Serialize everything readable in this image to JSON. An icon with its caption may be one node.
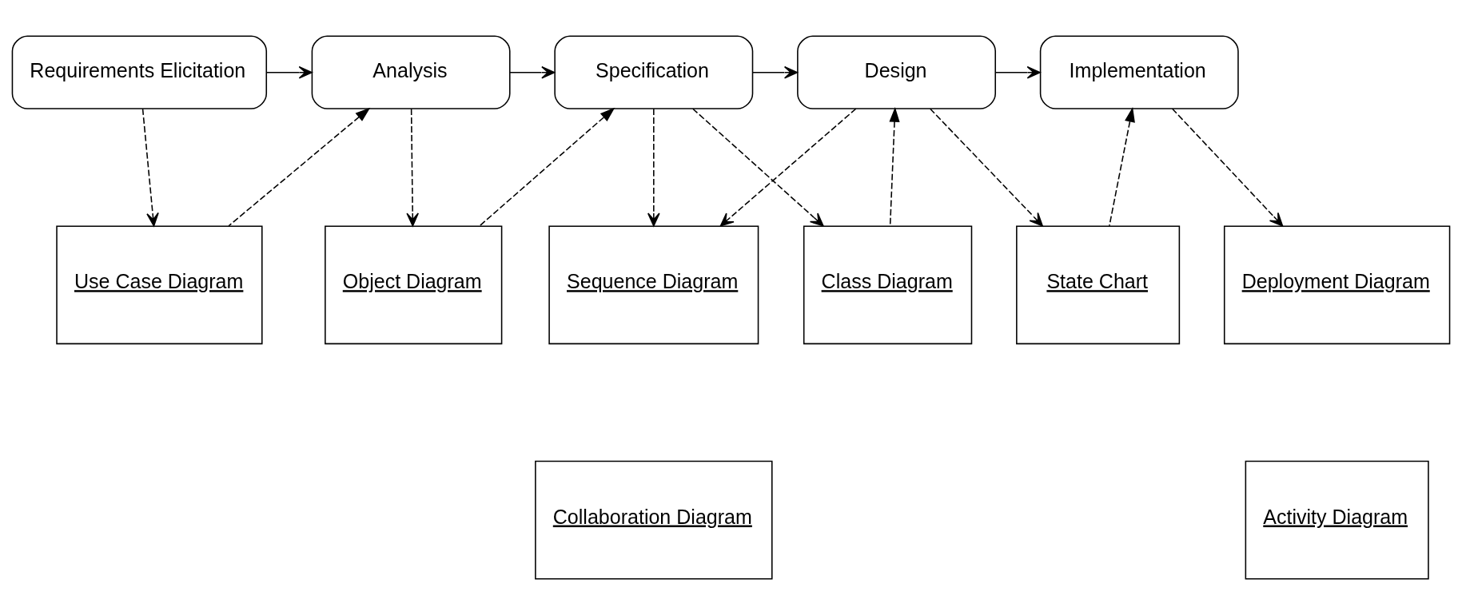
{
  "diagram": {
    "nodes": [
      {
        "text": [
          "Requirements Elicitation"
        ]
      },
      {
        "text": [
          "Analysis"
        ]
      },
      {
        "text": [
          "Specification"
        ]
      },
      {
        "text": [
          "Design"
        ]
      },
      {
        "text": [
          "Implementation"
        ]
      },
      {
        "text": [
          "Use Case Diagram"
        ]
      },
      {
        "text": [
          "Object Diagram"
        ]
      },
      {
        "text": [
          "Sequence Diagram"
        ]
      },
      {
        "text": [
          "Collaboration Diagram"
        ]
      },
      {
        "text": [
          "Class Diagram"
        ]
      },
      {
        "text": [
          "State Chart"
        ]
      },
      {
        "text": [
          "Deployment Diagram"
        ]
      },
      {
        "text": [
          "Activity Diagram"
        ]
      }
    ],
    "edges": [
      {
        "from": 0,
        "to": 1,
        "arrow": "to"
      },
      {
        "from": 1,
        "to": 2,
        "arrow": "to"
      },
      {
        "from": 2,
        "to": 3,
        "arrow": "to"
      },
      {
        "from": 3,
        "to": 4,
        "arrow": "to"
      },
      {
        "from": 0,
        "to": 5,
        "arrow": "to",
        "style": "dashed"
      },
      {
        "from": 5,
        "to": 1,
        "arrow": "to",
        "style": "dashed"
      },
      {
        "from": 1,
        "to": 6,
        "arrow": "to",
        "style": "dashed"
      },
      {
        "from": 6,
        "to": 2,
        "arrow": "to",
        "style": "dashed"
      },
      {
        "from": 2,
        "to": 7,
        "arrow": "to",
        "style": "dashed"
      },
      {
        "from": 2,
        "to": 9,
        "arrow": "to",
        "style": "dashed"
      },
      {
        "from": 3,
        "to": 7,
        "arrow": "to",
        "style": "dashed"
      },
      {
        "from": 9,
        "to": 3,
        "arrow": "to",
        "style": "dashed"
      },
      {
        "from": 3,
        "to": 10,
        "arrow": "to",
        "style": "dashed"
      },
      {
        "from": 10,
        "to": 4,
        "arrow": "to",
        "style": "dashed"
      },
      {
        "from": 4,
        "to": 11,
        "arrow": "to",
        "style": "dashed"
      }
    ]
  }
}
